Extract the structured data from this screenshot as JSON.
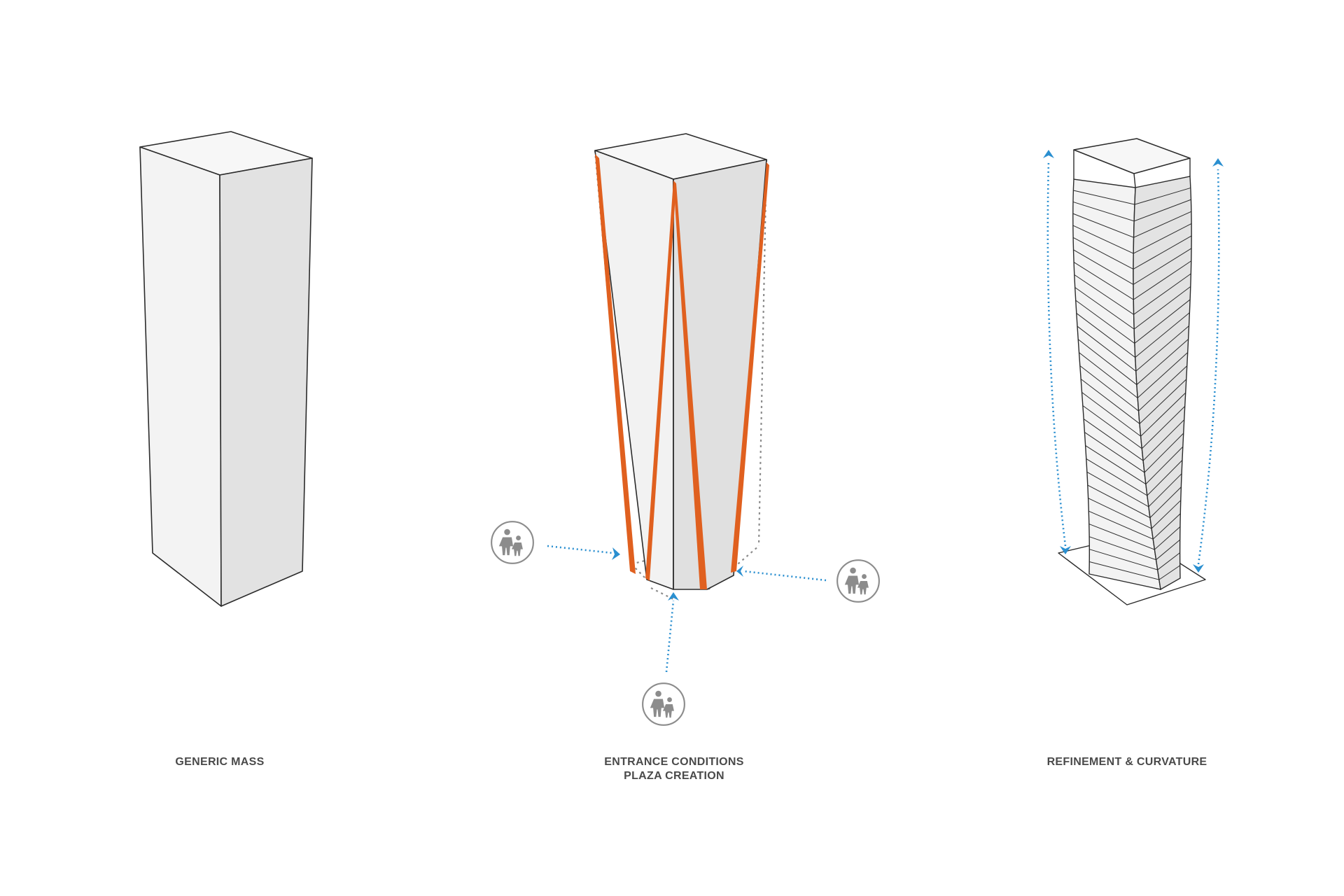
{
  "panels": [
    {
      "id": "generic-mass",
      "caption_lines": [
        "GENERIC MASS"
      ]
    },
    {
      "id": "entrance-conditions",
      "caption_lines": [
        "ENTRANCE CONDITIONS",
        "PLAZA CREATION"
      ],
      "entrance_count": 3
    },
    {
      "id": "refinement",
      "caption_lines": [
        "REFINEMENT & CURVATURE"
      ],
      "floor_count": 30
    }
  ],
  "icons": [
    "pedestrian-icon",
    "up-arrow-icon",
    "entrance-arrow-icon"
  ],
  "colors": {
    "outline": "#2b2b2b",
    "face_light": "#f2f2f2",
    "face_shade": "#e2e2e2",
    "accent_orange": "#e0601f",
    "flow_blue": "#2a8fd0",
    "guide_gray": "#8c8c8c",
    "caption_text": "#4a4a4a"
  }
}
